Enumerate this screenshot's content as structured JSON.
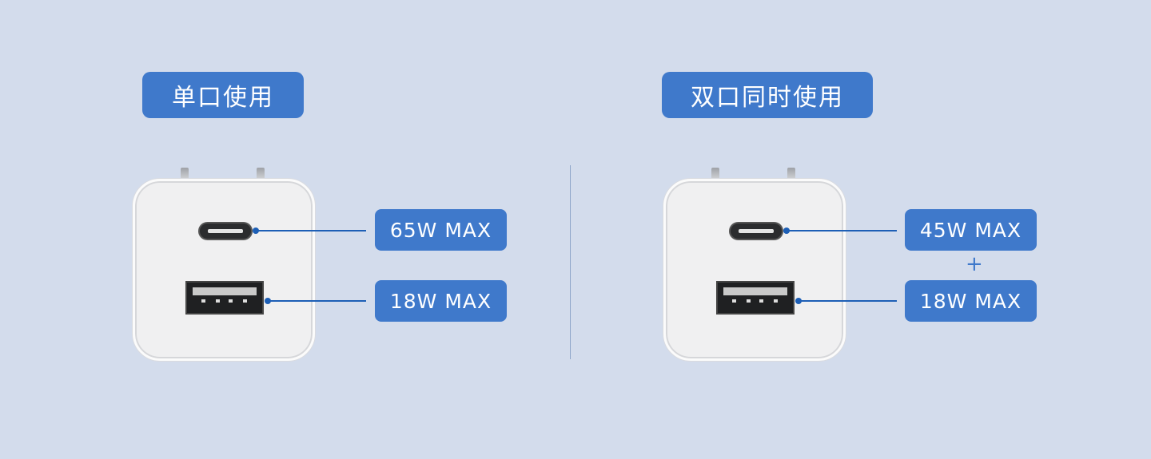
{
  "left": {
    "title": "单口使用",
    "usb_c_label": "65W MAX",
    "usb_a_label": "18W MAX"
  },
  "right": {
    "title": "双口同时使用",
    "usb_c_label": "45W MAX",
    "plus": "+",
    "usb_a_label": "18W MAX"
  },
  "colors": {
    "background": "#d3dcec",
    "accent": "#3f79cb",
    "line": "#1d5fb6"
  }
}
